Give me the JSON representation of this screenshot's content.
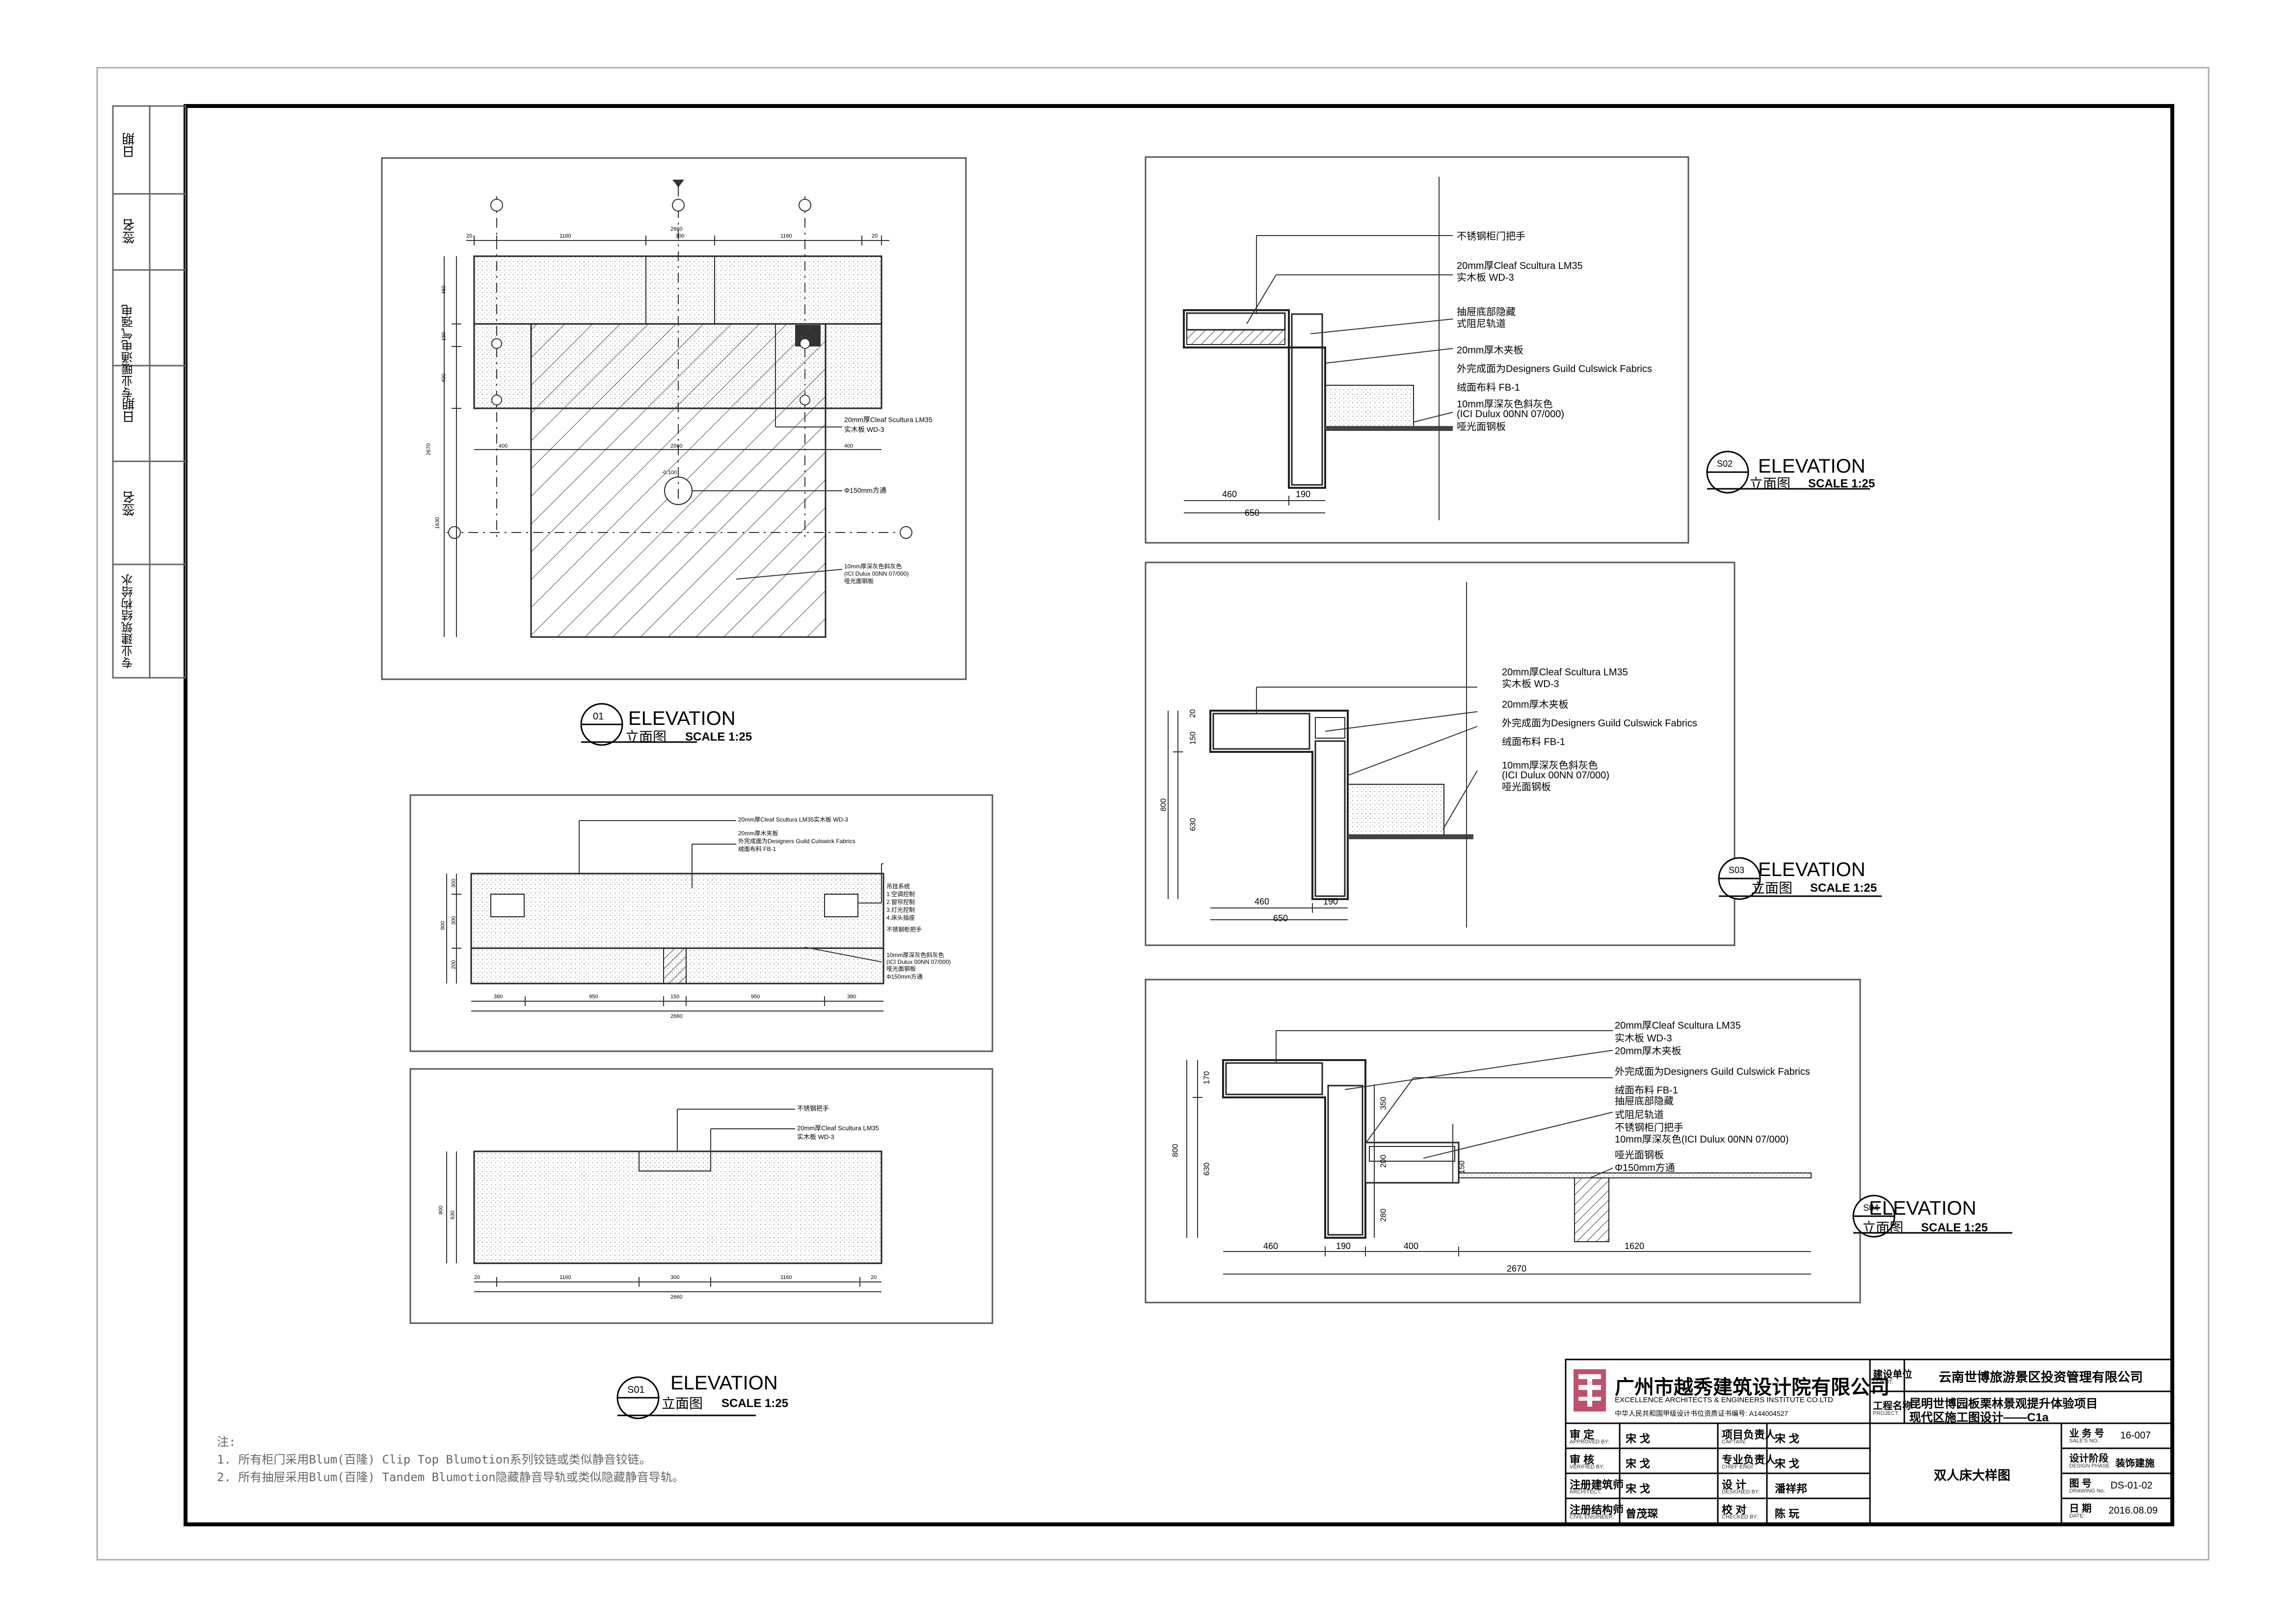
{
  "sheet": {
    "border_color": "#000000",
    "drawing_border_color": "#555555"
  },
  "side_sign_block": {
    "cells": [
      {
        "label": "日期"
      },
      {
        "label": "签名"
      },
      {
        "label": "专业暖通电气强电"
      },
      {
        "label": "日期"
      },
      {
        "label": "签名"
      },
      {
        "label": "专业建筑结构给水"
      }
    ]
  },
  "plan_01": {
    "top_dims": [
      "20",
      "1160",
      "300",
      "1160",
      "20"
    ],
    "overall_dim": "2660",
    "left_dims": [
      "460",
      "150",
      "400"
    ],
    "overall_left_dim": "2670",
    "lower_left_dim": "1630",
    "mid_dims": [
      "400",
      "2060",
      "400"
    ],
    "grille_note": "Φ150mm方通",
    "label_1": "20mm厚Cleaf Scultura LM35",
    "label_2": "实木板 WD-3",
    "label_3": "10mm厚深灰色斜灰色",
    "label_4": "(ICI Dulux 00NN 07/000)",
    "label_5": "哑光面钢板",
    "center_mark": "-0.100",
    "callout_number": "01",
    "title_en": "ELEVATION",
    "title_cn": "立面图",
    "scale": "SCALE  1:25"
  },
  "elev_a": {
    "label_1": "20mm厚Cleaf Scultura LM35实木板 WD-3",
    "label_2": "20mm厚木夹板",
    "label_3": "外完成面为Designers Guild Culswick Fabrics",
    "label_4": "绒面布料 FB-1",
    "right_1": "吊挂系统",
    "right_2": "1.空调控制",
    "right_3": "2.窗帘控制",
    "right_4": "3.灯光控制",
    "right_5": "4.床头插座",
    "right_6": "不锈钢柜把手",
    "right_7": "10mm厚深灰色斜灰色",
    "right_8": "(ICI Dulux 00NN 07/000)",
    "right_9": "哑光面钢板",
    "right_10": "Φ150mm方通",
    "bottom_dims": [
      "380",
      "950",
      "150",
      "950",
      "380"
    ],
    "overall_dim": "2660",
    "left_dims": [
      "300",
      "300",
      "200"
    ],
    "overall_left_dim": "800"
  },
  "elev_s01": {
    "label_1": "不锈钢把手",
    "label_2": "20mm厚Cleaf Scultura LM35",
    "label_3": "实木板 WD-3",
    "bottom_dims": [
      "20",
      "1160",
      "300",
      "1160",
      "20"
    ],
    "overall_dim": "2660",
    "left_dims": [
      "800",
      "630"
    ],
    "callout_number": "S01",
    "title_en": "ELEVATION",
    "title_cn": "立面图",
    "scale": "SCALE  1:25"
  },
  "sec_s02": {
    "label_1": "不锈钢柜门把手",
    "label_2": "20mm厚Cleaf Scultura LM35",
    "label_3": "实木板 WD-3",
    "label_4": "抽屉底部隐藏",
    "label_5": "式阻尼轨道",
    "label_6": "20mm厚木夹板",
    "label_7": "外完成面为Designers Guild Culswick Fabrics",
    "label_8": "绒面布料 FB-1",
    "label_9": "10mm厚深灰色斜灰色",
    "label_10": "(ICI Dulux 00NN 07/000)",
    "label_11": "哑光面钢板",
    "dims": [
      "460",
      "190"
    ],
    "overall_dim": "650",
    "callout_number": "S02",
    "title_en": "ELEVATION",
    "title_cn": "立面图",
    "scale": "SCALE  1:25"
  },
  "sec_s03": {
    "label_1": "20mm厚Cleaf Scultura LM35",
    "label_2": "实木板 WD-3",
    "label_3": "20mm厚木夹板",
    "label_4": "外完成面为Designers Guild Culswick Fabrics",
    "label_5": "绒面布料 FB-1",
    "label_6": "10mm厚深灰色斜灰色",
    "label_7": "(ICI Dulux 00NN 07/000)",
    "label_8": "哑光面钢板",
    "dims": [
      "460",
      "190"
    ],
    "overall_dim": "650",
    "left_dims": [
      "20",
      "150",
      "630"
    ],
    "overall_left_dim": "800",
    "callout_number": "S03",
    "title_en": "ELEVATION",
    "title_cn": "立面图",
    "scale": "SCALE  1:25"
  },
  "sec_s04": {
    "label_1": "20mm厚Cleaf Scultura LM35",
    "label_2": "实木板 WD-3",
    "label_3": "20mm厚木夹板",
    "label_4": "外完成面为Designers Guild Culswick Fabrics",
    "label_5": "绒面布料 FB-1",
    "label_6": "抽屉底部隐藏",
    "label_7": "式阻尼轨道",
    "label_8": "不锈钢柜门把手",
    "label_9": "10mm厚深灰色(ICI Dulux 00NN 07/000)",
    "label_10": "哑光面钢板",
    "label_11": "Φ150mm方通",
    "dims": [
      "460",
      "190",
      "400",
      "1620"
    ],
    "overall_dim": "2670",
    "left_dims": [
      "170",
      "630"
    ],
    "overall_left_dim": "800",
    "mid_dims": [
      "350",
      "200",
      "280",
      "150"
    ],
    "callout_number": "S04",
    "title_en": "ELEVATION",
    "title_cn": "立面图",
    "scale": "SCALE  1:25"
  },
  "notes": {
    "heading": "注:",
    "line_1": "1. 所有柜门采用Blum(百隆) Clip Top Blumotion系列铰链或类似静音铰链。",
    "line_2": "2. 所有抽屉采用Blum(百隆) Tandem Blumotion隐藏静音导轨或类似隐藏静音导轨。"
  },
  "title_block": {
    "company_cn": "广州市越秀建筑设计院有限公司",
    "company_en": "EXCELLENCE ARCHITECTS & ENGINEERS INSTITUTE CO.LTD",
    "license": "中华人民共和国甲级设计书位资质证书编号: A144004527",
    "client_label": "建设单位",
    "client_label_en": "CLIENT:",
    "client": "云南世博旅游景区投资管理有限公司",
    "project_label": "工程名称",
    "project_label_en": "PROJECT:",
    "project_1": "昆明世博园板栗林景观提升体验项目",
    "project_2": "现代区施工图设计——C1a",
    "approved": "审    定",
    "approved_en": "APPROVED BY:",
    "approved_name": "宋  戈",
    "verified": "审    核",
    "verified_en": "VERIFIED BY:",
    "verified_name": "宋  戈",
    "architect": "注册建筑师",
    "architect_en": "ARCHITECT:",
    "architect_name": "宋  戈",
    "civil": "注册结构师",
    "civil_en": "CIVIL ENGINEER:",
    "civil_name": "曾茂琛",
    "captain": "项目负责人",
    "captain_en": "CAPTAIN:",
    "captain_name": "宋  戈",
    "chief": "专业负责人",
    "chief_en": "CHIEF ENGI:",
    "chief_name": "宋  戈",
    "designed": "设    计",
    "designed_en": "DESIGNED BY:",
    "designed_name": "潘祥邦",
    "checked": "校    对",
    "checked_en": "CHECKED BY:",
    "checked_name": "陈  玩",
    "drawing_title": "双人床大样图",
    "job_no_label": "业 务 号",
    "job_no_en": "SALE'S NO.",
    "job_no": "16-007",
    "phase_label": "设计阶段",
    "phase_en": "DESIGN PHASE",
    "phase": "装饰建施",
    "dwg_no_label": "图    号",
    "dwg_no_en": "DRAWING No.",
    "dwg_no": "DS-01-02",
    "date_label": "日    期",
    "date_en": "DATE:",
    "date": "2016.08.09"
  }
}
